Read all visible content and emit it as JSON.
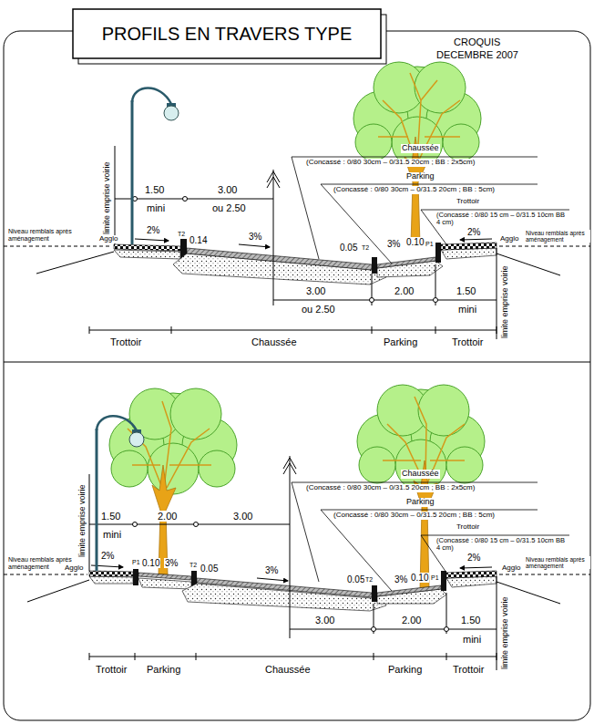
{
  "diagram": {
    "title": "PROFILS EN TRAVERS TYPE",
    "labels": [
      "CROQUIS",
      "DECEMBRE 2007",
      "limite emprise voirie",
      "1.50",
      "mini",
      "3.00",
      "ou 2.50",
      "Chaussée",
      "(Concassé : 0/80 30cm – 0/31.5 20cm ; BB : 2x5cm)",
      "Parking",
      "(Concassé : 0/80 30cm – 0/31.5 20cm ; BB : 5cm)",
      "Trottoir",
      "(Concassé : 0/80 15 cm – 0/31.5 10cm BB 4 cm)",
      "Niveau remblais après aménagement",
      "Agglo",
      "2%",
      "T2",
      "0.14",
      "3%",
      "0.05",
      "T2",
      "3%",
      "0.10",
      "P1",
      "2%",
      "Agglo",
      "Niveau remblais après aménagement",
      "limite emprise voirie",
      "3.00",
      "ou 2.50",
      "2.00",
      "1.50",
      "mini",
      "Trottoir",
      "Chaussée",
      "Parking",
      "Trottoir",
      "limite emprise voirie",
      "1.50",
      "mini",
      "2.00",
      "3.00",
      "Chaussée",
      "(Concassé : 0/80 30cm – 0/31.5 20cm ; BB : 2x5cm)",
      "Parking",
      "(Concassé : 0/80 30cm – 0/31.5 20cm ; BB : 5cm)",
      "Trottoir",
      "(Concassé : 0/80 15 cm – 0/31.5 10cm BB 4 cm)",
      "Niveau remblais après aménagement",
      "Agglo",
      "2%",
      "P1",
      "0.10",
      "3%",
      "T2",
      "0.05",
      "3%",
      "0.05",
      "T2",
      "3%",
      "0.10",
      "P1",
      "2%",
      "Agglo",
      "Niveau remblais après aménagement",
      "limite emprise voirie",
      "3.00",
      "2.00",
      "1.50",
      "mini",
      "Trottoir",
      "Parking",
      "Chaussée",
      "Parking",
      "Trottoir"
    ]
  }
}
